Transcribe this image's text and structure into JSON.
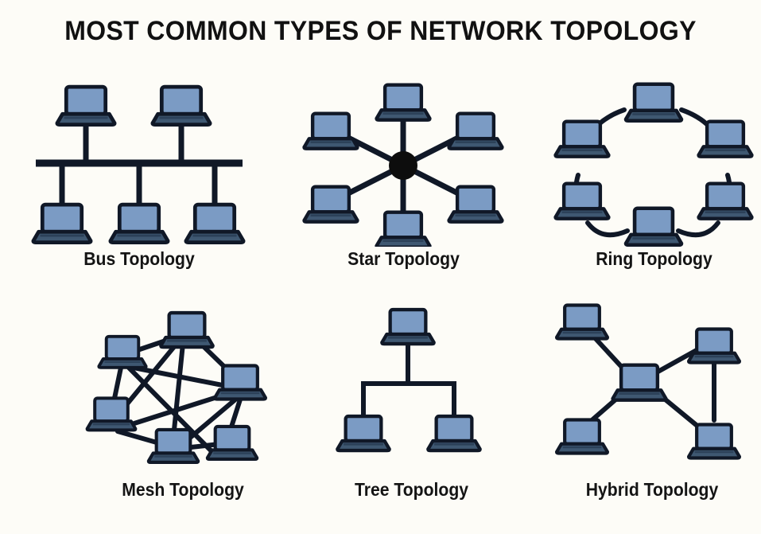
{
  "title": "MOST COMMON TYPES OF NETWORK TOPOLOGY",
  "colors": {
    "background": "#fdfcf7",
    "screen_fill": "#7b9bc4",
    "screen_fill_dark": "#6f90bb",
    "base_fill": "#3f5872",
    "base_fill_dark": "#2c4159",
    "outline": "#101827",
    "link": "#101827",
    "hub": "#0d0d0d",
    "text": "#141414"
  },
  "panels": [
    {
      "id": "bus",
      "label": "Bus Topology",
      "node_count": 5,
      "description": "Linear backbone bus with two nodes above and three nodes below"
    },
    {
      "id": "star",
      "label": "Star Topology",
      "node_count": 6,
      "description": "Six nodes radiating from a central black hub"
    },
    {
      "id": "ring",
      "label": "Ring Topology",
      "node_count": 6,
      "description": "Six nodes joined in a closed circular loop by curved links"
    },
    {
      "id": "mesh",
      "label": "Mesh Topology",
      "node_count": 6,
      "description": "Six nodes interconnected by many crossing links"
    },
    {
      "id": "tree",
      "label": "Tree Topology",
      "node_count": 3,
      "description": "One root node branching down to two child nodes"
    },
    {
      "id": "hybrid",
      "label": "Hybrid Topology",
      "node_count": 5,
      "description": "Central node linked to four nodes plus one extra node-to-node link"
    }
  ]
}
